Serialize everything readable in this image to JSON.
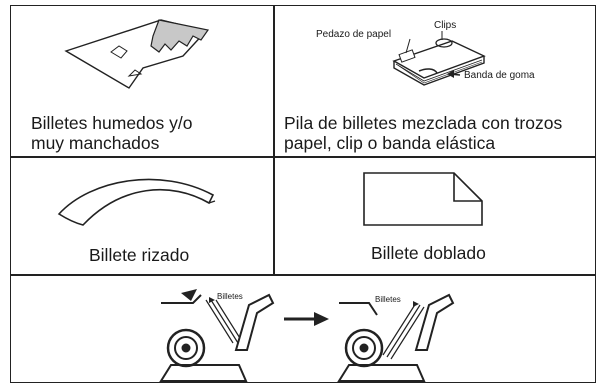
{
  "cells": {
    "wet_notes": {
      "caption_line1": "Billetes humedos y/o",
      "caption_line2": "muy manchados"
    },
    "mixed_stack": {
      "caption_line1": "Pila de billetes mezclada con trozos",
      "caption_line2": "papel, clip o banda elástica",
      "label_paper": "Pedazo de papel",
      "label_clips": "Clips",
      "label_band": "Banda de goma"
    },
    "curled": {
      "caption": "Billete rizado"
    },
    "folded": {
      "caption": "Billete doblado"
    },
    "loading": {
      "label_left": "Billetes",
      "label_right": "Billetes"
    }
  },
  "colors": {
    "border": "#222222",
    "stain": "#c8c8c8"
  }
}
